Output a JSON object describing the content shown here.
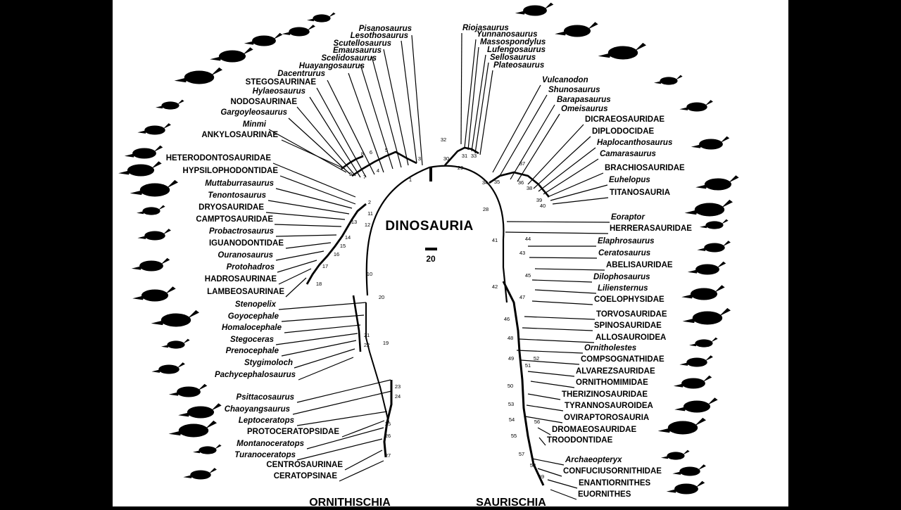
{
  "title": "DINOSAURIA",
  "scale_label": "20",
  "group_left": "ORNITHISCHIA",
  "group_right": "SAURISCHIA",
  "colors": {
    "frame": "#000000",
    "background": "#ffffff",
    "ink": "#000000"
  },
  "left_taxa": [
    {
      "name": "Pisanosaurus",
      "italic": true
    },
    {
      "name": "Lesothosaurus",
      "italic": true
    },
    {
      "name": "Scutellosaurus",
      "italic": true
    },
    {
      "name": "Emausaurus",
      "italic": true
    },
    {
      "name": "Scelidosaurus",
      "italic": true
    },
    {
      "name": "Huayangosaurus",
      "italic": true
    },
    {
      "name": "Dacentrurus",
      "italic": true
    },
    {
      "name": "STEGOSAURINAE",
      "italic": false
    },
    {
      "name": "Hylaeosaurus",
      "italic": true
    },
    {
      "name": "NODOSAURINAE",
      "italic": false
    },
    {
      "name": "Gargoyleosaurus",
      "italic": true
    },
    {
      "name": "Minmi",
      "italic": true
    },
    {
      "name": "ANKYLOSAURINAE",
      "italic": false
    },
    {
      "name": "HETERODONTOSAURIDAE",
      "italic": false
    },
    {
      "name": "HYPSILOPHODONTIDAE",
      "italic": false
    },
    {
      "name": "Muttaburrasaurus",
      "italic": true
    },
    {
      "name": "Tenontosaurus",
      "italic": true
    },
    {
      "name": "DRYOSAURIDAE",
      "italic": false
    },
    {
      "name": "CAMPTOSAURIDAE",
      "italic": false
    },
    {
      "name": "Probactrosaurus",
      "italic": true
    },
    {
      "name": "IGUANODONTIDAE",
      "italic": false
    },
    {
      "name": "Ouranosaurus",
      "italic": true
    },
    {
      "name": "Protohadros",
      "italic": true
    },
    {
      "name": "HADROSAURINAE",
      "italic": false
    },
    {
      "name": "LAMBEOSAURINAE",
      "italic": false
    },
    {
      "name": "Stenopelix",
      "italic": true
    },
    {
      "name": "Goyocephale",
      "italic": true
    },
    {
      "name": "Homalocephale",
      "italic": true
    },
    {
      "name": "Stegoceras",
      "italic": true
    },
    {
      "name": "Prenocephale",
      "italic": true
    },
    {
      "name": "Stygimoloch",
      "italic": true
    },
    {
      "name": "Pachycephalosaurus",
      "italic": true
    },
    {
      "name": "Psittacosaurus",
      "italic": true
    },
    {
      "name": "Chaoyangsaurus",
      "italic": true
    },
    {
      "name": "Leptoceratops",
      "italic": true
    },
    {
      "name": "PROTOCERATOPSIDAE",
      "italic": false
    },
    {
      "name": "Montanoceratops",
      "italic": true
    },
    {
      "name": "Turanoceratops",
      "italic": true
    },
    {
      "name": "CENTROSAURINAE",
      "italic": false
    },
    {
      "name": "CERATOPSINAE",
      "italic": false
    }
  ],
  "right_taxa": [
    {
      "name": "Riojasaurus",
      "italic": true
    },
    {
      "name": "Yunnanosaurus",
      "italic": true
    },
    {
      "name": "Massospondylus",
      "italic": true
    },
    {
      "name": "Lufengosaurus",
      "italic": true
    },
    {
      "name": "Sellosaurus",
      "italic": true
    },
    {
      "name": "Plateosaurus",
      "italic": true
    },
    {
      "name": "Vulcanodon",
      "italic": true
    },
    {
      "name": "Shunosaurus",
      "italic": true
    },
    {
      "name": "Barapasaurus",
      "italic": true
    },
    {
      "name": "Omeisaurus",
      "italic": true
    },
    {
      "name": "DICRAEOSAURIDAE",
      "italic": false
    },
    {
      "name": "DIPLODOCIDAE",
      "italic": false
    },
    {
      "name": "Haplocanthosaurus",
      "italic": true
    },
    {
      "name": "Camarasaurus",
      "italic": true
    },
    {
      "name": "BRACHIOSAURIDAE",
      "italic": false
    },
    {
      "name": "Euhelopus",
      "italic": true
    },
    {
      "name": "TITANOSAURIA",
      "italic": false
    },
    {
      "name": "Eoraptor",
      "italic": true
    },
    {
      "name": "HERRERASAURIDAE",
      "italic": false
    },
    {
      "name": "Elaphrosaurus",
      "italic": true
    },
    {
      "name": "Ceratosaurus",
      "italic": true
    },
    {
      "name": "ABELISAURIDAE",
      "italic": false
    },
    {
      "name": "Dilophosaurus",
      "italic": true
    },
    {
      "name": "Liliensternus",
      "italic": true
    },
    {
      "name": "COELOPHYSIDAE",
      "italic": false
    },
    {
      "name": "TORVOSAURIDAE",
      "italic": false
    },
    {
      "name": "SPINOSAURIDAE",
      "italic": false
    },
    {
      "name": "ALLOSAUROIDEA",
      "italic": false
    },
    {
      "name": "Ornitholestes",
      "italic": true
    },
    {
      "name": "COMPSOGNATHIDAE",
      "italic": false
    },
    {
      "name": "ALVAREZSAURIDAE",
      "italic": false
    },
    {
      "name": "ORNITHOMIMIDAE",
      "italic": false
    },
    {
      "name": "THERIZINOSAURIDAE",
      "italic": false
    },
    {
      "name": "TYRANNOSAUROIDEA",
      "italic": false
    },
    {
      "name": "OVIRAPTOROSAURIA",
      "italic": false
    },
    {
      "name": "DROMAEOSAURIDAE",
      "italic": false
    },
    {
      "name": "TROODONTIDAE",
      "italic": false
    },
    {
      "name": "Archaeopteryx",
      "italic": true
    },
    {
      "name": "CONFUCIUSORNITHIDAE",
      "italic": false
    },
    {
      "name": "ENANTIORNITHES",
      "italic": false
    },
    {
      "name": "EUORNITHES",
      "italic": false
    }
  ],
  "node_numbers": [
    "1",
    "2",
    "3",
    "4",
    "5",
    "6",
    "7",
    "8",
    "9",
    "10",
    "11",
    "12",
    "13",
    "14",
    "15",
    "16",
    "17",
    "18",
    "19",
    "20",
    "21",
    "22",
    "23",
    "24",
    "25",
    "26",
    "27",
    "28",
    "29",
    "30",
    "31",
    "32",
    "33",
    "34",
    "35",
    "36",
    "37",
    "38",
    "39",
    "40",
    "41",
    "42",
    "43",
    "44",
    "45",
    "46",
    "47",
    "48",
    "49",
    "50",
    "51",
    "52",
    "53",
    "54",
    "55",
    "56",
    "57",
    "58",
    "59"
  ]
}
